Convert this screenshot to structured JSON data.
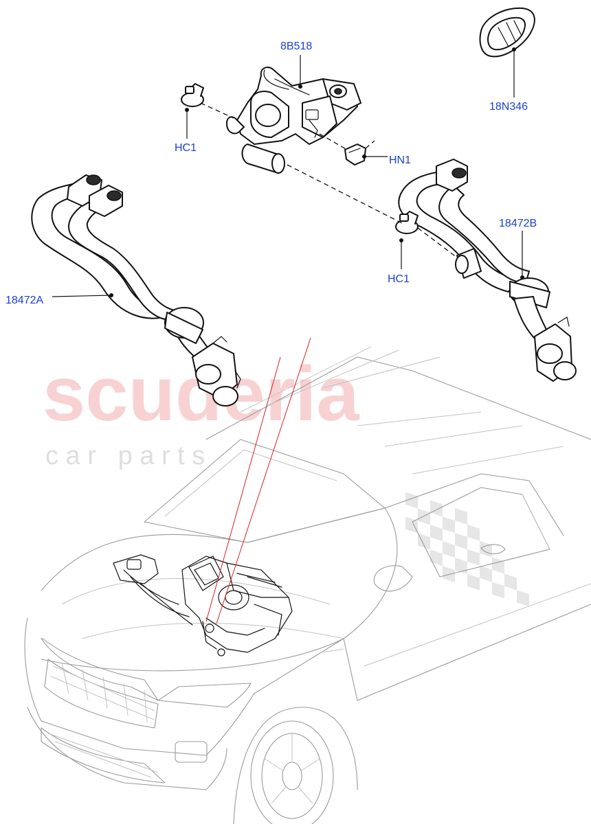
{
  "watermark": {
    "brand": "scuderia",
    "tagline": "c a r   p a r t s"
  },
  "callouts": {
    "pump": "8B518",
    "grommet": "18N346",
    "clip_top": "HC1",
    "hose_nut": "HN1",
    "hose_right": "18472B",
    "clip_right": "HC1",
    "hose_left": "18472A"
  },
  "colors": {
    "callout_text": "#1a3fd6",
    "watermark_brand": "#f6c3c3",
    "watermark_tagline": "#d9d9d9",
    "locator_lines": "#e02020"
  }
}
